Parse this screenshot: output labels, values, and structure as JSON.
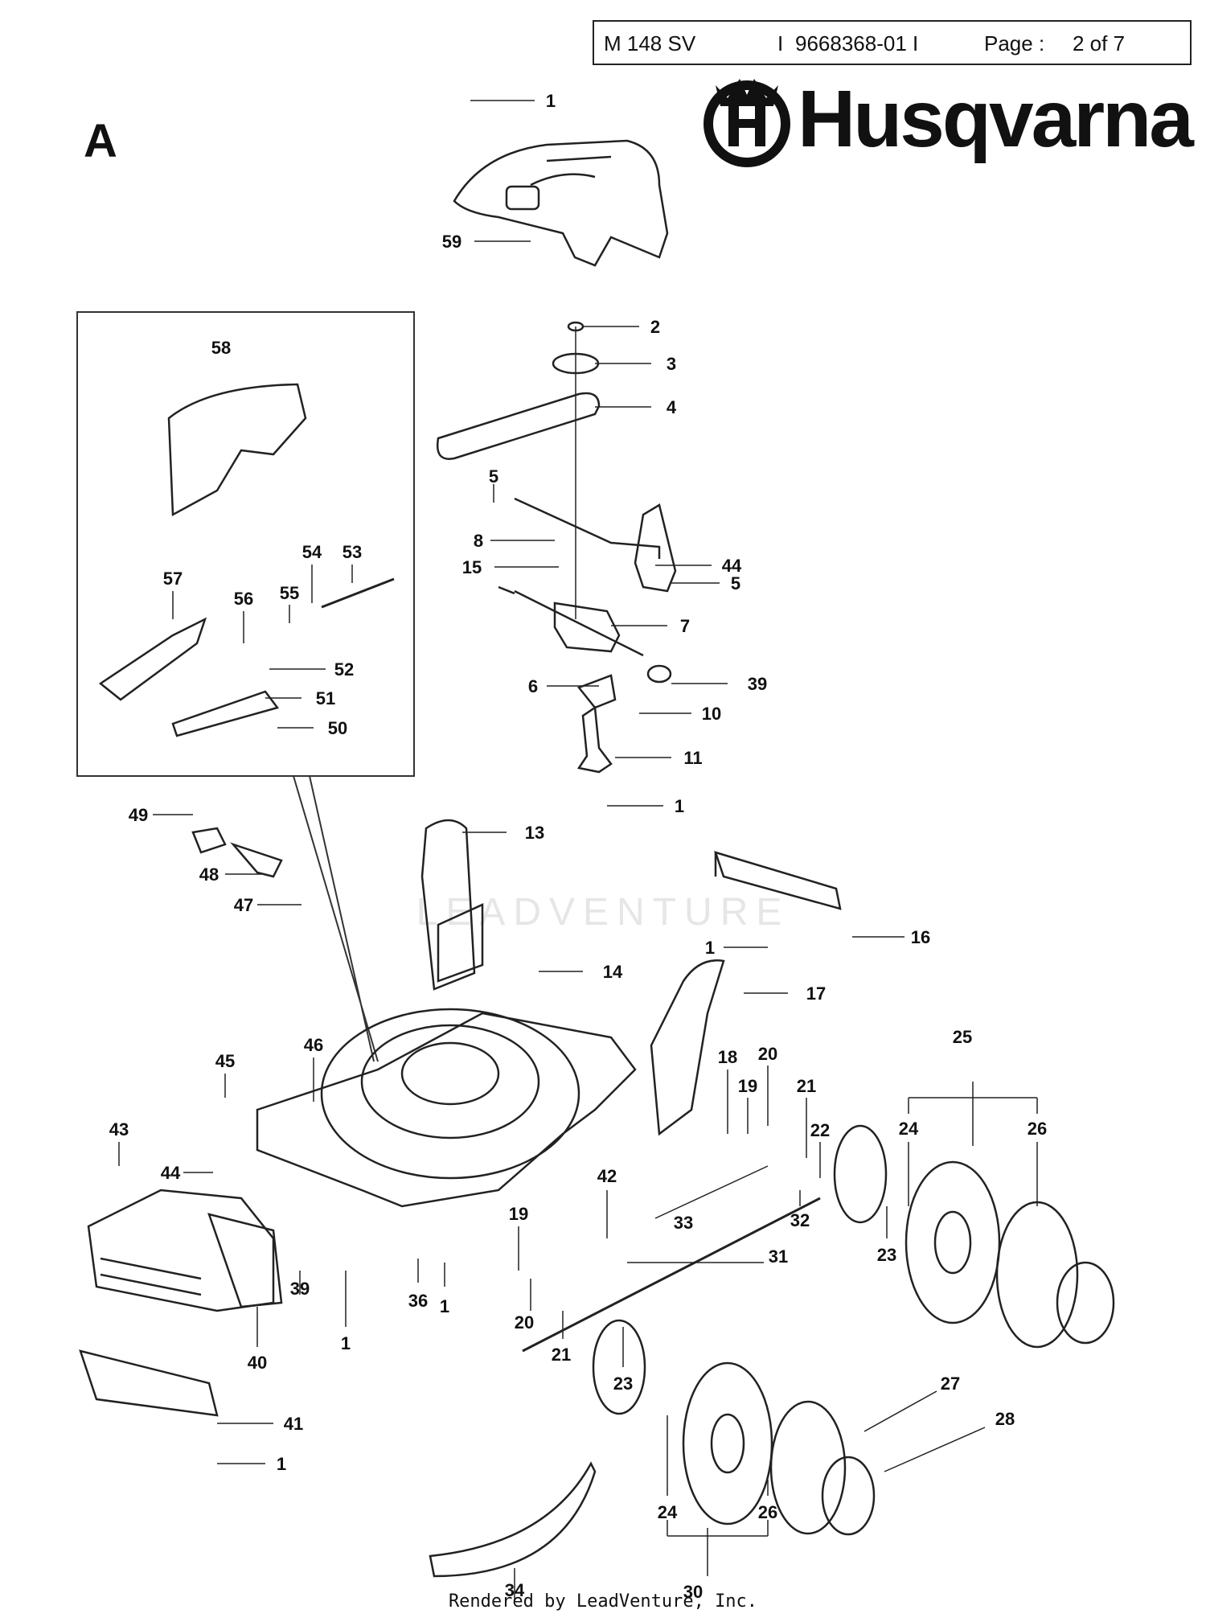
{
  "header": {
    "model": "M 148 SV",
    "sep1": "I",
    "part_number": "9668368-01 I",
    "page_label": "Page :",
    "page_value": "2 of 7"
  },
  "section_letter": "A",
  "brand": {
    "name": "Husqvarna",
    "logo_icon": "husqvarna-crown-h-icon"
  },
  "watermark": "LEADVENTURE",
  "footer": "Rendered by LeadVenture, Inc.",
  "callouts": [
    "1",
    "59",
    "2",
    "3",
    "4",
    "5",
    "8",
    "15",
    "44",
    "5",
    "7",
    "6",
    "39",
    "10",
    "11",
    "1",
    "58",
    "57",
    "56",
    "55",
    "54",
    "53",
    "52",
    "51",
    "50",
    "49",
    "48",
    "47",
    "13",
    "16",
    "1",
    "14",
    "17",
    "25",
    "45",
    "46",
    "18",
    "20",
    "19",
    "21",
    "22",
    "24",
    "26",
    "43",
    "44",
    "42",
    "33",
    "32",
    "23",
    "19",
    "31",
    "39",
    "36",
    "1",
    "20",
    "21",
    "23",
    "40",
    "1",
    "41",
    "1",
    "27",
    "28",
    "24",
    "26",
    "34",
    "30"
  ],
  "colors": {
    "line": "#222222",
    "frame": "#333333"
  }
}
